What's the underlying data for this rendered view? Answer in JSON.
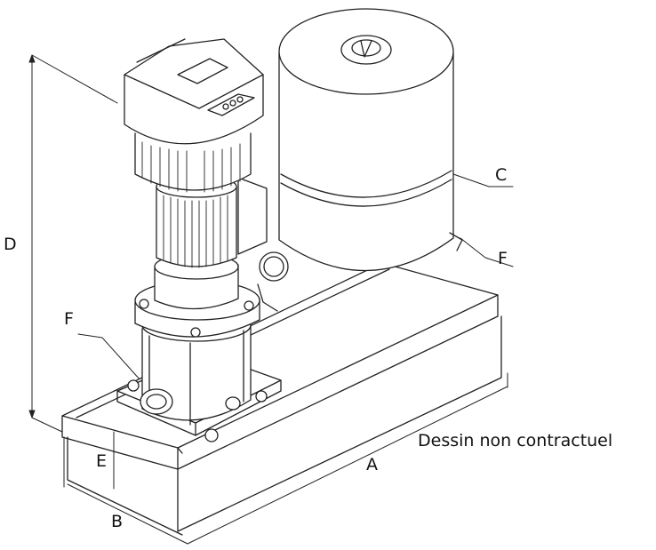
{
  "labels": {
    "A": "A",
    "B": "B",
    "C": "C",
    "D": "D",
    "E": "E",
    "F_left": "F",
    "F_right": "F"
  },
  "note": "Dessin non contractuel"
}
